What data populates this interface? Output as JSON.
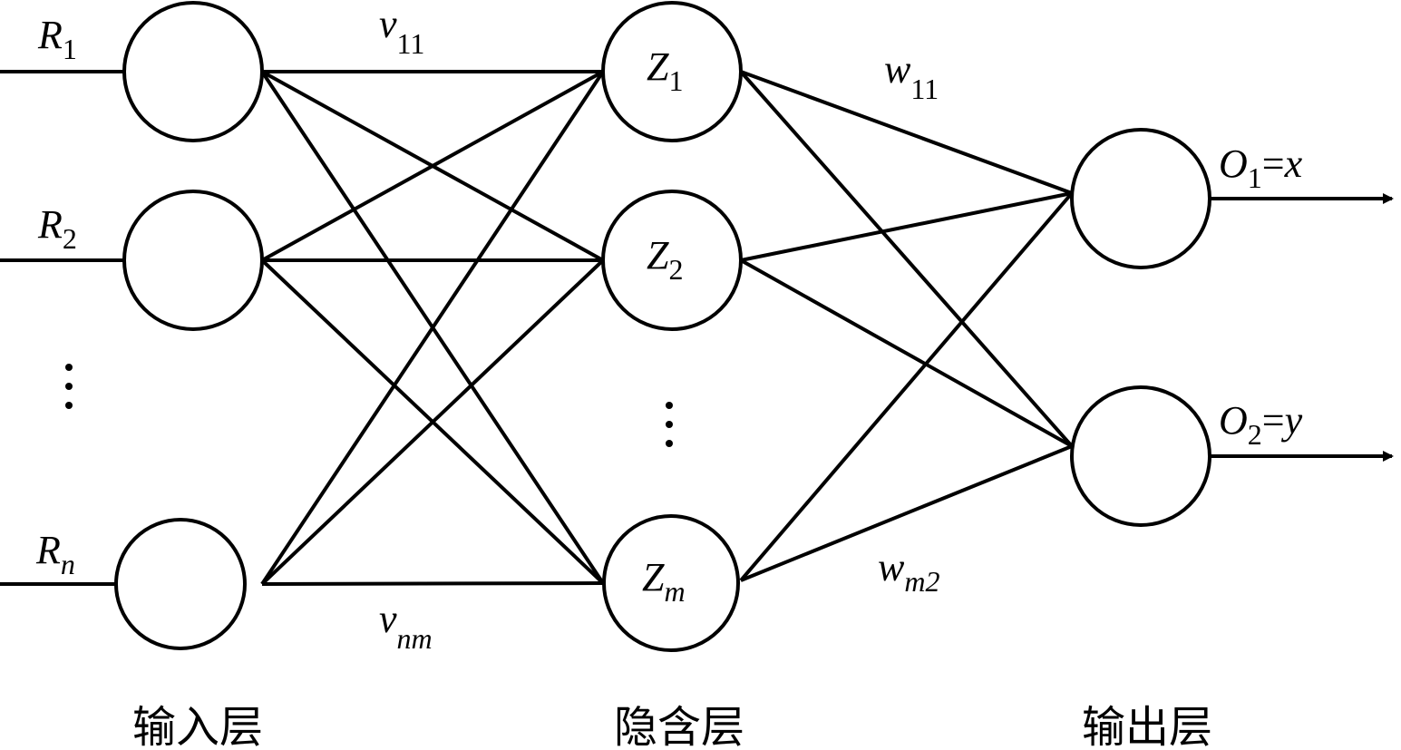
{
  "title": "BP neural network structure",
  "colors": {
    "stroke": "#000000",
    "background": "#ffffff"
  },
  "layers": {
    "input": {
      "label": "输入层",
      "nodes": [
        {
          "id": "in1",
          "input_label": {
            "base": "R",
            "sub": "1"
          }
        },
        {
          "id": "in2",
          "input_label": {
            "base": "R",
            "sub": "2"
          }
        },
        {
          "id": "inn",
          "input_label": {
            "base": "R",
            "sub": "n"
          }
        }
      ],
      "ellipsis": "⋮"
    },
    "hidden": {
      "label": "隐含层",
      "nodes": [
        {
          "id": "z1",
          "label": {
            "base": "Z",
            "sub": "1"
          }
        },
        {
          "id": "z2",
          "label": {
            "base": "Z",
            "sub": "2"
          }
        },
        {
          "id": "zm",
          "label": {
            "base": "Z",
            "sub": "m"
          }
        }
      ],
      "ellipsis": "⋮"
    },
    "output": {
      "label": "输出层",
      "nodes": [
        {
          "id": "o1",
          "output_label": {
            "base": "O",
            "sub": "1",
            "rest": "=x"
          }
        },
        {
          "id": "o2",
          "output_label": {
            "base": "O",
            "sub": "2",
            "rest": "=y"
          }
        }
      ]
    }
  },
  "weights": {
    "v_first": {
      "base": "v",
      "sub": "11"
    },
    "v_last": {
      "base": "v",
      "sub": "nm"
    },
    "w_first": {
      "base": "w",
      "sub": "11"
    },
    "w_last": {
      "base": "w",
      "sub": "m2"
    }
  },
  "connections": {
    "input_to_hidden": "fully-connected",
    "hidden_to_output": "fully-connected"
  }
}
